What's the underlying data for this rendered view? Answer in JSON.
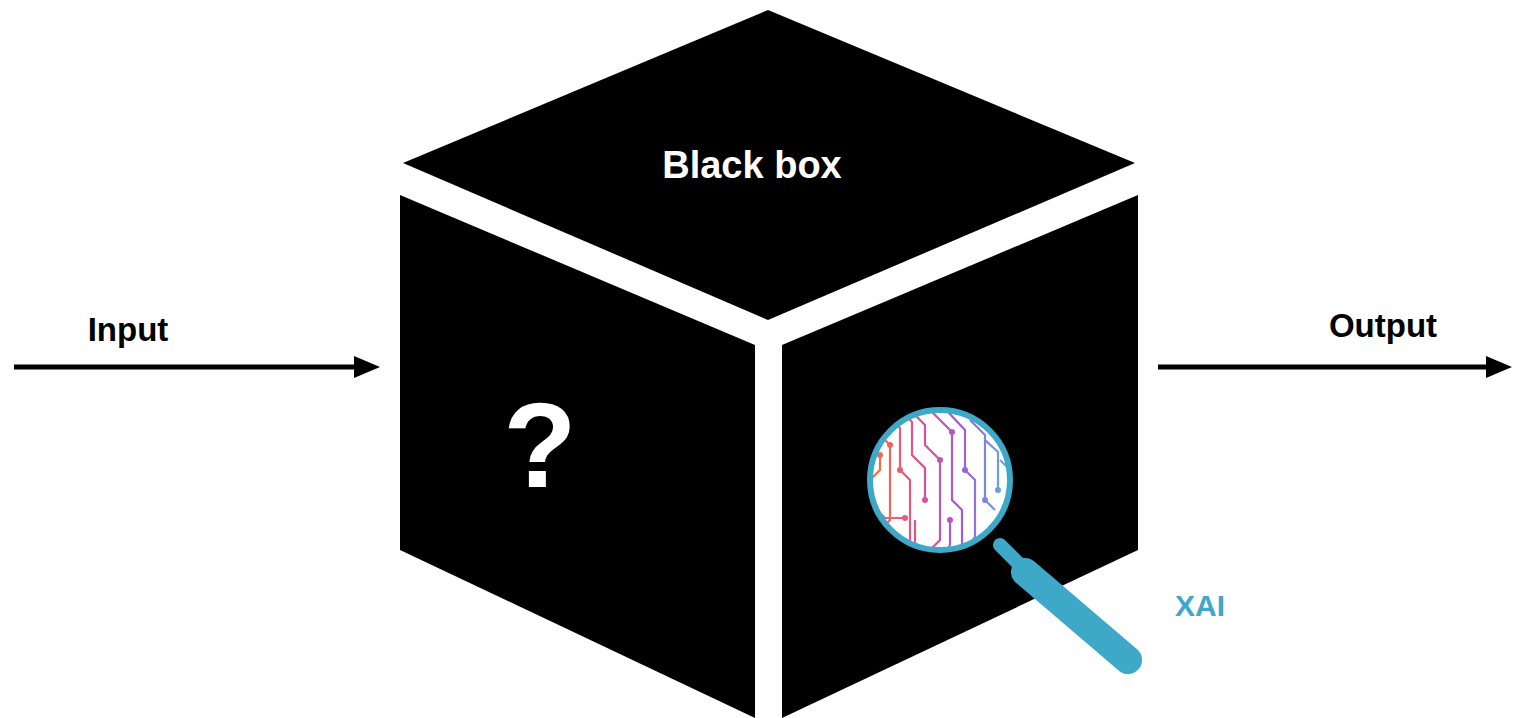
{
  "diagram": {
    "nodes": [
      {
        "text": [
          "Black box",
          "?"
        ]
      }
    ],
    "labels": [
      "Input",
      "Output",
      "XAI"
    ]
  }
}
